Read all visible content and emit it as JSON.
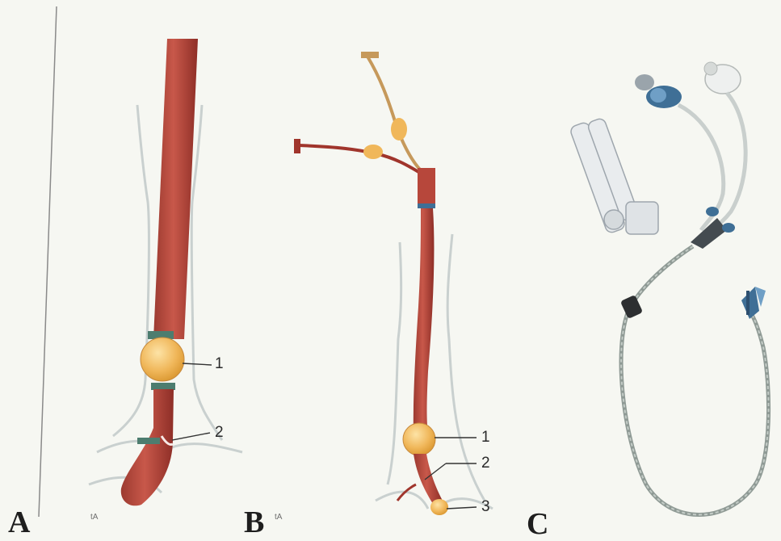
{
  "figure": {
    "panels": [
      {
        "id": "A",
        "letter": "A",
        "callouts": [
          "1",
          "2"
        ],
        "small_mark": "tA"
      },
      {
        "id": "B",
        "letter": "B",
        "callouts": [
          "1",
          "2",
          "3"
        ],
        "small_mark": "tA"
      },
      {
        "id": "C",
        "letter": "C"
      }
    ]
  },
  "colors": {
    "background": "#f6f7f2",
    "tube": "#b7473b",
    "tube_dark": "#8e2e27",
    "balloon": "#f0b75a",
    "airway_outline": "#c9d0cf",
    "clamp_teal": "#4d7d6f",
    "catheter_blue": "#3f6f96"
  }
}
